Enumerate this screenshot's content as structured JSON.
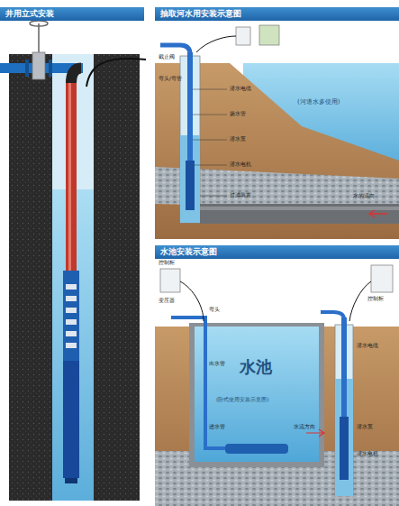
{
  "diagram": {
    "nodes": [
      {
        "text": [
          "井用立式安装"
        ]
      },
      {
        "text": [
          "抽取河水用安装示意图"
        ]
      },
      {
        "text": [
          "水池安装示意图"
        ]
      }
    ],
    "labels": [
      "截止阀",
      "弯头/弯管",
      "潜水电缆",
      "扬水管",
      "潜水泵",
      "潜水电机",
      "(河道水多使用)",
      "水的流向",
      "过滤装置",
      "控制柜",
      "变压器",
      "弯头",
      "出水管",
      "水池",
      "(卧式使用安装示意图)",
      "潜水电缆",
      "潜水泵",
      "潜水电机",
      "控制柜",
      "进水管",
      "水流方向"
    ]
  }
}
